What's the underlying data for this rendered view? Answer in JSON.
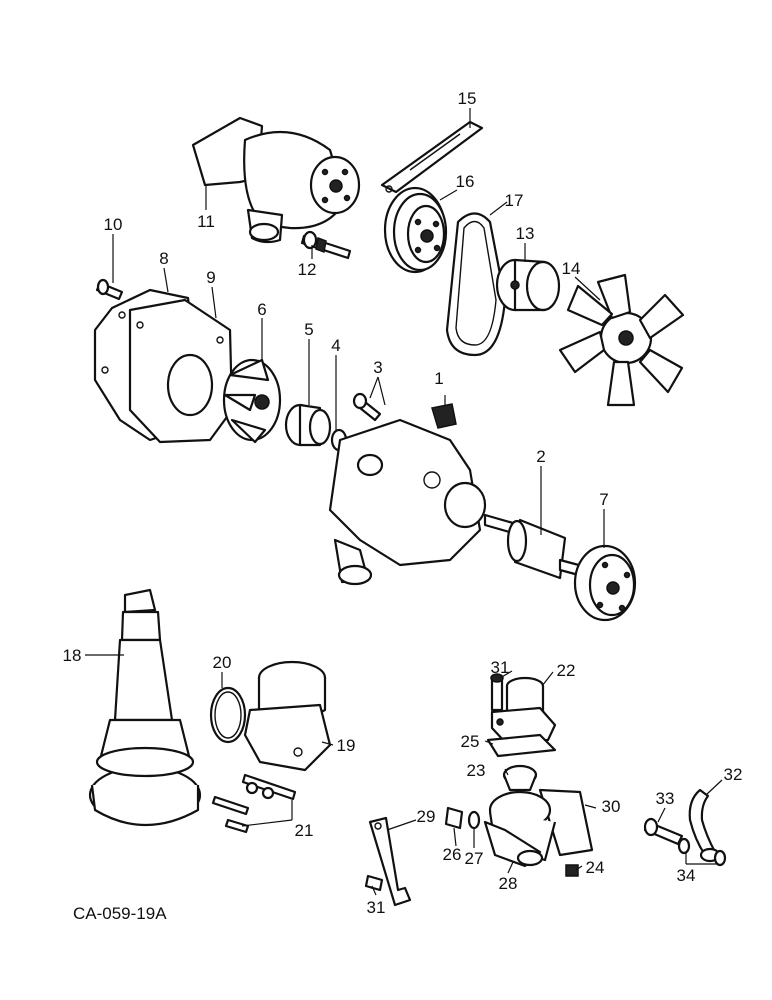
{
  "callouts": [
    "1",
    "2",
    "3",
    "4",
    "5",
    "6",
    "7",
    "8",
    "9",
    "10",
    "11",
    "12",
    "13",
    "14",
    "15",
    "16",
    "17",
    "18",
    "19",
    "20",
    "21",
    "22",
    "23",
    "24",
    "25",
    "26",
    "27",
    "28",
    "29",
    "30",
    "31",
    "31",
    "32",
    "33",
    "34"
  ],
  "figure_code": "CA-059-19A"
}
